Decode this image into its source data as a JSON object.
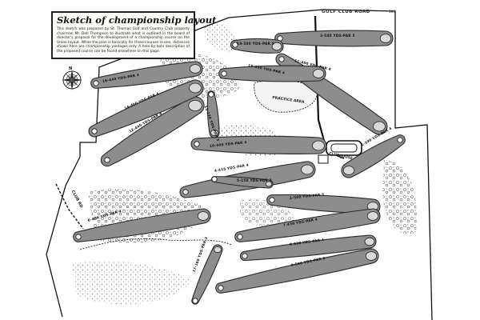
{
  "title": "Sketch of championship layout",
  "description": "This sketch was prepared by St. Thomas Golf and Country Club property chairman Mr. Dell Thompson to illustrate what is outlined in the board of director's proposal for the development of a championship course on the Union layout. While the plan is basically for three courses in one, distances shown here are championship yardages only. A hole-by-hole description of the proposed course can be found elsewhere on this page.",
  "roads": {
    "golf_club_road": "GOLF CLUB ROAD",
    "club_road": "CLUB RD"
  },
  "areas": {
    "practice_area": "PRACTICE AREA",
    "clubhouse": "CLUBHOUSE"
  },
  "compass": {
    "north": "N"
  },
  "holes": [
    {
      "number": "1",
      "label": "1-390 YDS-PAR 4"
    },
    {
      "number": "2",
      "label": "2-500 YDS-PAR 5"
    },
    {
      "number": "3",
      "label": "3-540 YDS-PAR 5"
    },
    {
      "number": "4",
      "label": "4-415 YDS-PAR 4"
    },
    {
      "number": "5",
      "label": "5-150 YDS-PAR 3"
    },
    {
      "number": "6",
      "label": "6-400 YDS-PAR 4"
    },
    {
      "number": "7",
      "label": "7-430 YDS-PAR 4"
    },
    {
      "number": "8",
      "label": "8-330 YDS-PAR 4"
    },
    {
      "number": "9",
      "label": "9-500 YDS-PAR 5"
    },
    {
      "number": "10",
      "label": "10-400 YDS-PAR 4"
    },
    {
      "number": "11",
      "label": "11-400 YDS-PAR 4"
    },
    {
      "number": "12",
      "label": "12-440 YDS-PAR 4"
    },
    {
      "number": "13",
      "label": "13-120 YDS-PAR 3"
    },
    {
      "number": "14",
      "label": "14-400 YDS-PAR 4"
    },
    {
      "number": "15",
      "label": "15-450 YDS-PAR 4"
    },
    {
      "number": "16",
      "label": "16-440 YDS-PAR 4"
    },
    {
      "number": "17",
      "label": "17-160 YDS-PAR 3"
    },
    {
      "number": "18",
      "label": "18-500 YDS-PAR 5"
    }
  ],
  "page_number": "103"
}
